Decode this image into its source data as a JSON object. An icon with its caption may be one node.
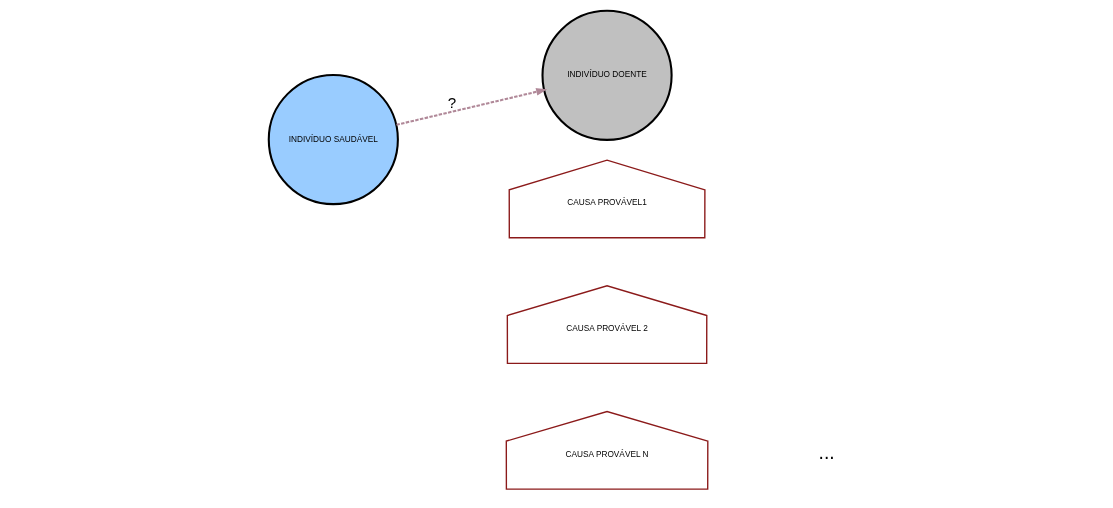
{
  "diagram": {
    "nodes": [
      {
        "text": [
          "INDIVÍDUO SAUDÁVEL"
        ]
      },
      {
        "text": [
          "INDIVÍDUO DOENTE"
        ]
      },
      {
        "text": [
          "CAUSA PROVÁVEL1"
        ]
      },
      {
        "text": [
          "CAUSA PROVÁVEL 2"
        ]
      },
      {
        "text": [
          "CAUSA PROVÁVEL N"
        ]
      }
    ],
    "edges": [
      {
        "from": 0,
        "to": 1,
        "arrow": "to",
        "label": "?",
        "style": "dashed",
        "color": "#b08898"
      }
    ],
    "labels": [
      "..."
    ]
  }
}
